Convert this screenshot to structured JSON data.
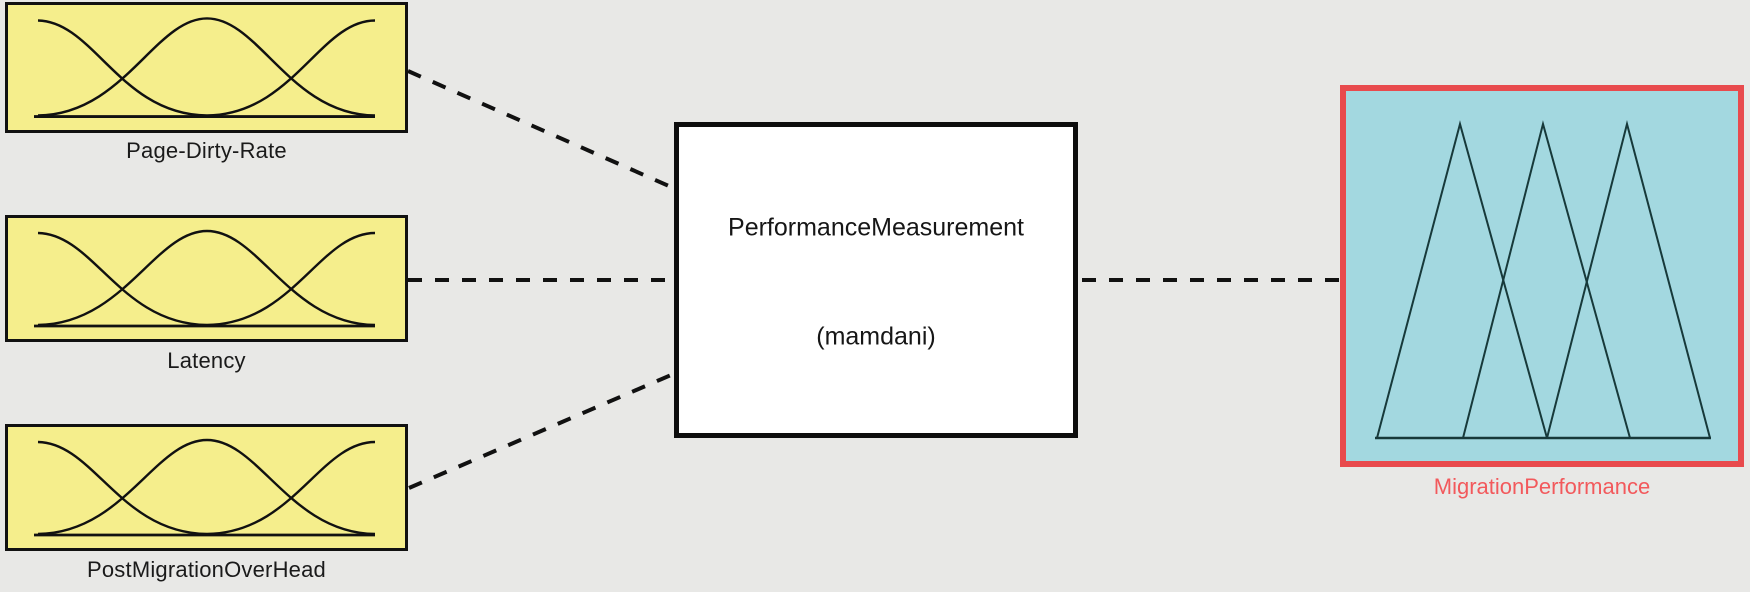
{
  "diagram_type": "fuzzy-inference-system",
  "fis_block": {
    "name": "PerformanceMeasurement",
    "type": "(mamdani)"
  },
  "inputs": [
    {
      "label": "Page-Dirty-Rate",
      "mf_shape": "3 gaussian membership functions"
    },
    {
      "label": "Latency",
      "mf_shape": "3 gaussian membership functions"
    },
    {
      "label": "PostMigrationOverHead",
      "mf_shape": "3 gaussian membership functions"
    }
  ],
  "output": {
    "label": "MigrationPerformance",
    "mf_shape": "3 triangular membership functions"
  },
  "connections": [
    {
      "from": "Page-Dirty-Rate",
      "to": "PerformanceMeasurement",
      "style": "dashed"
    },
    {
      "from": "Latency",
      "to": "PerformanceMeasurement",
      "style": "dashed"
    },
    {
      "from": "PostMigrationOverHead",
      "to": "PerformanceMeasurement",
      "style": "dashed"
    },
    {
      "from": "PerformanceMeasurement",
      "to": "MigrationPerformance",
      "style": "dashed"
    }
  ],
  "colors": {
    "background": "#e8e8e6",
    "input_fill": "#f5ee8c",
    "input_border": "#111111",
    "fis_fill": "#ffffff",
    "fis_border": "#0d0d0d",
    "output_fill": "#a3d8e0",
    "output_border": "#e84a4d",
    "output_label": "#f2595c",
    "connector": "#111111"
  }
}
